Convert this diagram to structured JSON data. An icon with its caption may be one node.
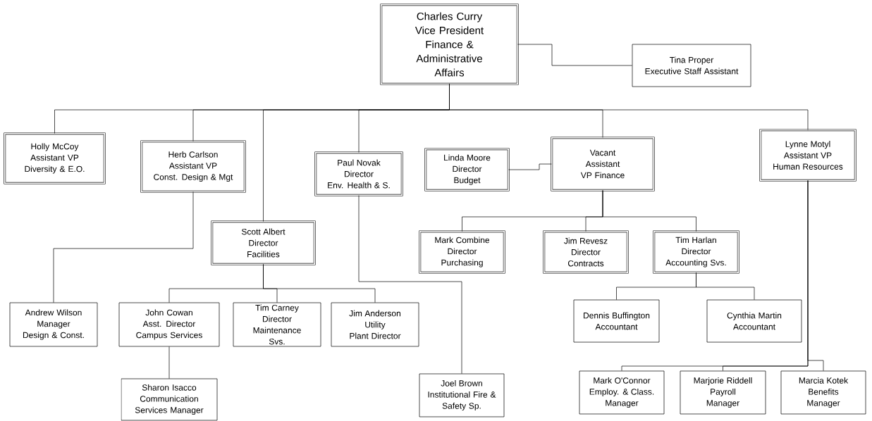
{
  "diagram": {
    "nodes": [
      {
        "text": [
          "Charles Curry Vice President Finance & Administrative Affairs"
        ]
      },
      {
        "text": [
          "Tina Proper Executive Staff Assistant"
        ]
      },
      {
        "text": [
          "Holly McCoy Assistant VP Diversity & E.O."
        ]
      },
      {
        "text": [
          "Herb Carlson Assistant VP Const. Design & Mgt"
        ]
      },
      {
        "text": [
          "Paul Novak Director Env. Health & S."
        ]
      },
      {
        "text": [
          "Linda Moore Director Budget"
        ]
      },
      {
        "text": [
          "Vacant Assistant VP Finance"
        ]
      },
      {
        "text": [
          "Lynne Motyl Assistant VP Human Resources"
        ]
      },
      {
        "text": [
          "Scott Albert Director Facilities"
        ]
      },
      {
        "text": [
          "Mark Combine Director Purchasing"
        ]
      },
      {
        "text": [
          "Jim Revesz Director Contracts"
        ]
      },
      {
        "text": [
          "Tim Harlan Director Accounting Svs."
        ]
      },
      {
        "text": [
          "Andrew Wilson Manager Design & Const."
        ]
      },
      {
        "text": [
          "John Cowan Asst. Director Campus Services"
        ]
      },
      {
        "text": [
          "Tim Carney Director Maintenance Svs."
        ]
      },
      {
        "text": [
          "Jim Anderson Utility Plant Director"
        ]
      },
      {
        "text": [
          "Dennis Buffington Accountant"
        ]
      },
      {
        "text": [
          "Cynthia Martin Accountant"
        ]
      },
      {
        "text": [
          "Sharon Isacco Communication Services Manager"
        ]
      },
      {
        "text": [
          "Joel Brown Institutional Fire & Safety Sp."
        ]
      },
      {
        "text": [
          "Mark O'Connor Employ. & Class. Manager"
        ]
      },
      {
        "text": [
          "Marjorie Riddell Payroll Manager"
        ]
      },
      {
        "text": [
          "Marcia Kotek Benefits Manager"
        ]
      }
    ],
    "edges": [
      {
        "from": 0,
        "to": 1,
        "arrow": "none"
      },
      {
        "from": 0,
        "to": 2,
        "arrow": "none"
      },
      {
        "from": 0,
        "to": 3,
        "arrow": "none"
      },
      {
        "from": 0,
        "to": 8,
        "arrow": "none"
      },
      {
        "from": 0,
        "to": 4,
        "arrow": "none"
      },
      {
        "from": 0,
        "to": 6,
        "arrow": "none"
      },
      {
        "from": 0,
        "to": 7,
        "arrow": "none"
      },
      {
        "from": 6,
        "to": 5,
        "arrow": "none"
      },
      {
        "from": 3,
        "to": 12,
        "arrow": "none"
      },
      {
        "from": 8,
        "to": 13,
        "arrow": "none"
      },
      {
        "from": 8,
        "to": 14,
        "arrow": "none"
      },
      {
        "from": 8,
        "to": 15,
        "arrow": "none"
      },
      {
        "from": 4,
        "to": 19,
        "arrow": "none"
      },
      {
        "from": 6,
        "to": 9,
        "arrow": "none"
      },
      {
        "from": 6,
        "to": 10,
        "arrow": "none"
      },
      {
        "from": 6,
        "to": 11,
        "arrow": "none"
      },
      {
        "from": 11,
        "to": 16,
        "arrow": "none"
      },
      {
        "from": 11,
        "to": 17,
        "arrow": "none"
      },
      {
        "from": 13,
        "to": 18,
        "arrow": "none"
      },
      {
        "from": 7,
        "to": 20,
        "arrow": "none"
      },
      {
        "from": 7,
        "to": 21,
        "arrow": "none"
      },
      {
        "from": 7,
        "to": 22,
        "arrow": "none"
      }
    ]
  }
}
